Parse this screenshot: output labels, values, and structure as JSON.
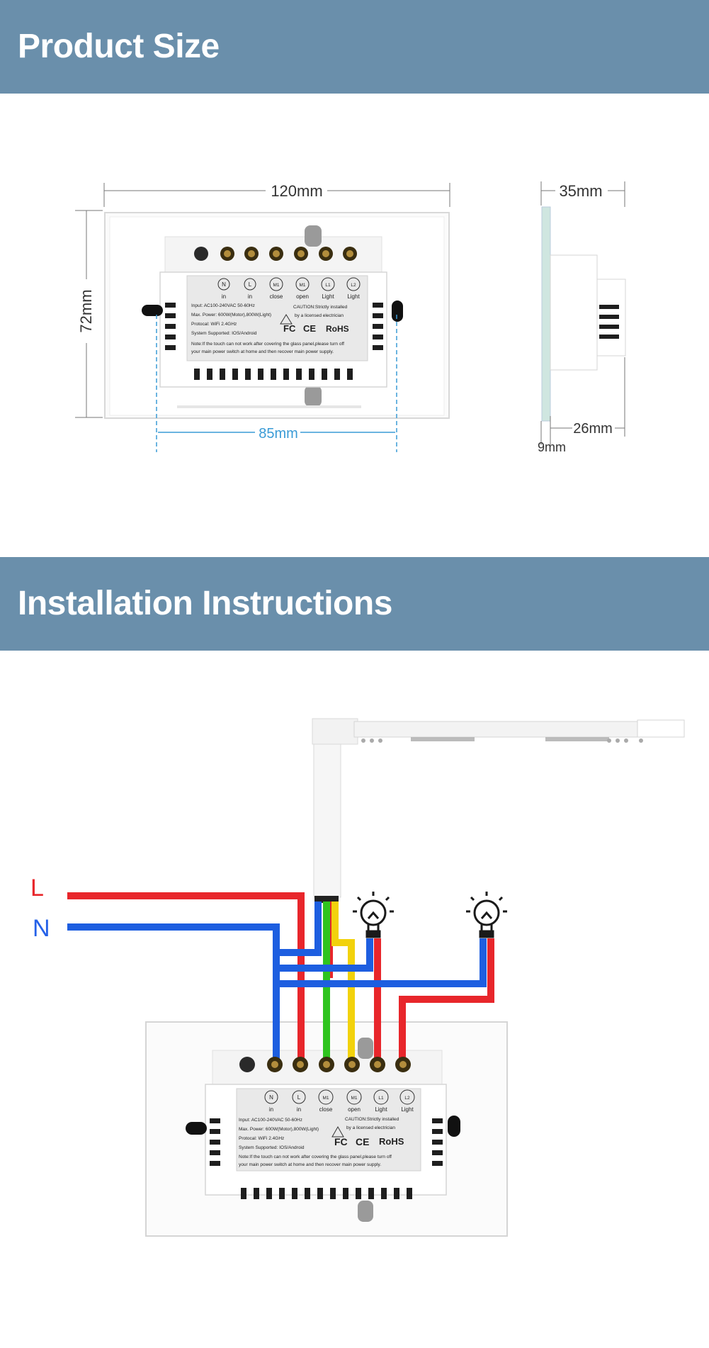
{
  "sections": {
    "product_size": {
      "title": "Product Size"
    },
    "installation": {
      "title": "Installation Instructions"
    }
  },
  "dimensions": {
    "width": "120mm",
    "height": "72mm",
    "screw_spacing": "85mm",
    "depth": "35mm",
    "body_depth": "26mm",
    "glass_thickness": "9mm"
  },
  "terminals": [
    {
      "symbol": "N",
      "function": "in"
    },
    {
      "symbol": "L",
      "function": "in"
    },
    {
      "symbol": "M1",
      "function": "close"
    },
    {
      "symbol": "M1",
      "function": "open"
    },
    {
      "symbol": "L1",
      "function": "Light"
    },
    {
      "symbol": "L2",
      "function": "Light"
    }
  ],
  "spec_label": {
    "input": "Input: AC100-240VAC 50-60Hz",
    "max_power": "Max. Power: 600W(Motor),800W(Light)",
    "protocol": "Protocal: WiFi 2.4GHz",
    "system": "System Supported: IOS/Android",
    "caution_line1": "CAUTION:Strictly installed",
    "caution_line2": "by a licensed electrician",
    "cert_fc": "FC",
    "cert_ce": "CE",
    "cert_rohs": "RoHS",
    "note_line1": "Note:If the touch can not work after covering the glass panel,please turn off",
    "note_line2": "your main power switch at home and then recover main power supply."
  },
  "wiring": {
    "live_label": "L",
    "neutral_label": "N",
    "colors": {
      "live": "#e8262b",
      "neutral": "#1d5ee0",
      "green": "#2fc41e",
      "yellow": "#f2d20c",
      "live_label": "#e8262b",
      "neutral_label": "#2561e8"
    }
  }
}
